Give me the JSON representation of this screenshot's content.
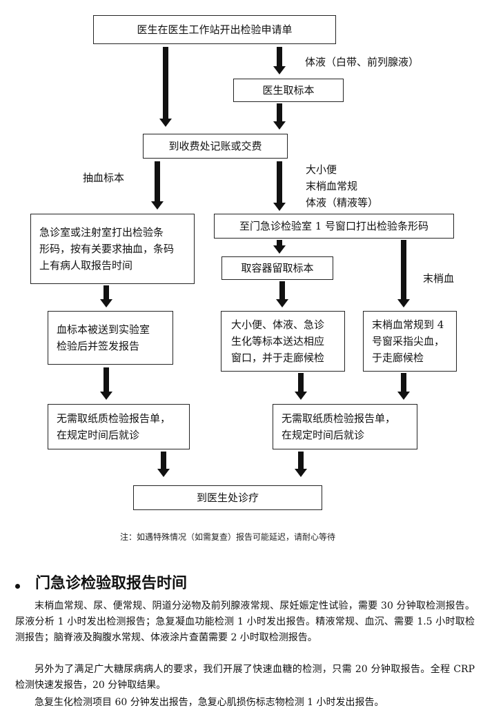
{
  "flowchart": {
    "start": "医生在医生工作站开出检验申请单",
    "fluid_label": "体液（白带、前列腺液）",
    "doctor_sample": "医生取标本",
    "payment": "到收费处记账或交费",
    "blood_label": "抽血标本",
    "right_labels": [
      "大小便",
      "末梢血常规",
      "体液（精液等）"
    ],
    "er_room": [
      "急诊室或注射室打出检验条",
      "形码，按有关要求抽血，条码",
      "上有病人取报告时间"
    ],
    "lab_window": "至门急诊检验室 1 号窗口打出检验条形码",
    "container": "取容器留取标本",
    "peripheral_label": "末梢血",
    "blood_sent": [
      "血标本被送到实验室",
      "检验后并签发报告"
    ],
    "urine_sent": [
      "大小便、体液、急诊",
      "生化等标本送达相应",
      "窗口，并于走廊候检"
    ],
    "peripheral_box": [
      "末梢血常规到 4",
      "号窗采指尖血，",
      "于走廊候检"
    ],
    "no_paper_left": [
      "无需取纸质检验报告单，",
      "在规定时间后就诊"
    ],
    "no_paper_right": [
      "无需取纸质检验报告单，",
      "在规定时间后就诊"
    ],
    "final": "到医生处诊疗"
  },
  "note": "注：如遇特殊情况（如需复查）报告可能延迟，请耐心等待",
  "section_title": "门急诊检验取报告时间",
  "paragraphs": [
    "末梢血常规、尿、便常规、阴道分泌物及前列腺液常规、尿妊娠定性试验，需要 30 分钟取检测报告。尿液分析 1 小时发出检测报告；急复凝血功能检测 1 小时发出报告。精液常规、血沉、需要 1.5 小时取检测报告；脑脊液及胸腹水常规、体液涂片查菌需要 2 小时取检测报告。",
    "另外为了满足广大糖尿病病人的要求，我们开展了快速血糖的检测，只需 20 分钟取报告。全程 CRP 检测快速发报告，20 分钟取结果。",
    "急复生化检测项目 60 分钟发出报告，急复心肌损伤标志物检测 1 小时发出报告。"
  ]
}
